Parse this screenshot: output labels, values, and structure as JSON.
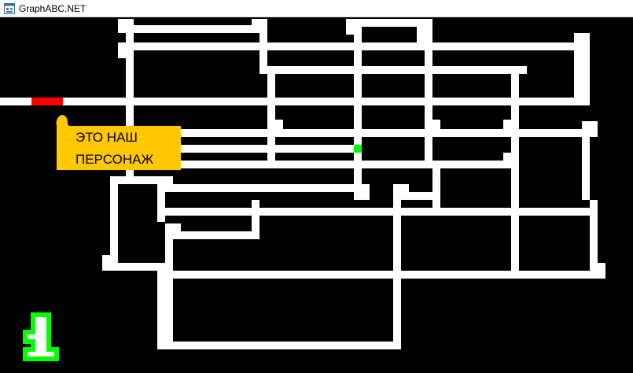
{
  "window": {
    "title": "GraphABC.NET",
    "icon": "app-window-icon"
  },
  "game": {
    "callout": {
      "line1": "ЭТО НАШ",
      "line2": "ПЕРСОНАЖ",
      "color": "#ffc800"
    },
    "level_number": "1",
    "colors": {
      "background": "#000000",
      "maze": "#ffffff",
      "player": "#ff0000",
      "goal": "#00ff00",
      "level_digit": "#00ff00"
    }
  }
}
